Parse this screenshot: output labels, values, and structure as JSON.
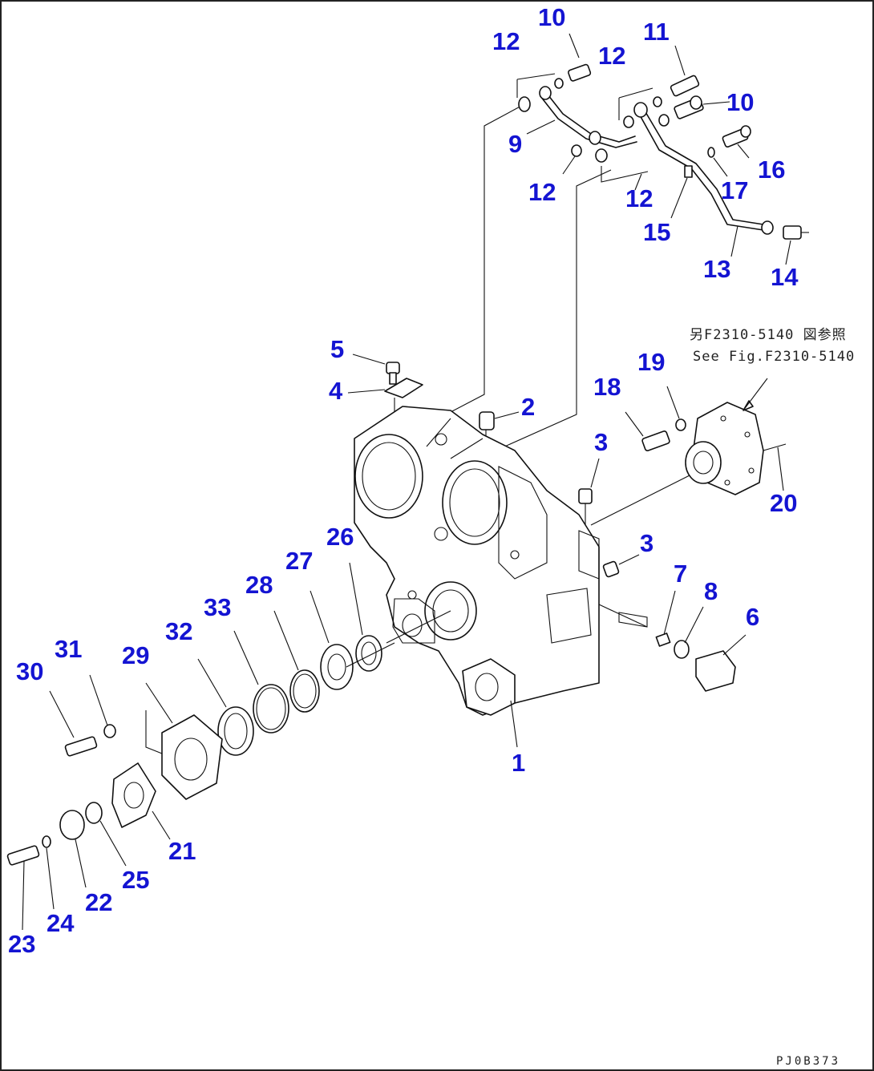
{
  "callouts": {
    "c10a": "10",
    "c12a": "12",
    "c12b": "12",
    "c11": "11",
    "c10b": "10",
    "c9": "9",
    "c12c": "12",
    "c12d": "12",
    "c16": "16",
    "c17": "17",
    "c15": "15",
    "c13": "13",
    "c14": "14",
    "c5": "5",
    "c4": "4",
    "c2": "2",
    "c19": "19",
    "c18": "18",
    "c3a": "3",
    "c20": "20",
    "c3b": "3",
    "c26": "26",
    "c27": "27",
    "c28": "28",
    "c33": "33",
    "c32": "32",
    "c7": "7",
    "c8": "8",
    "c6": "6",
    "c29": "29",
    "c31": "31",
    "c30": "30",
    "c1": "1",
    "c21": "21",
    "c25": "25",
    "c22": "22",
    "c24": "24",
    "c23": "23"
  },
  "reference_note": {
    "line1": "另F2310-5140 図参照",
    "line2": "See Fig.F2310-5140"
  },
  "drawing_code": "PJ0B373"
}
